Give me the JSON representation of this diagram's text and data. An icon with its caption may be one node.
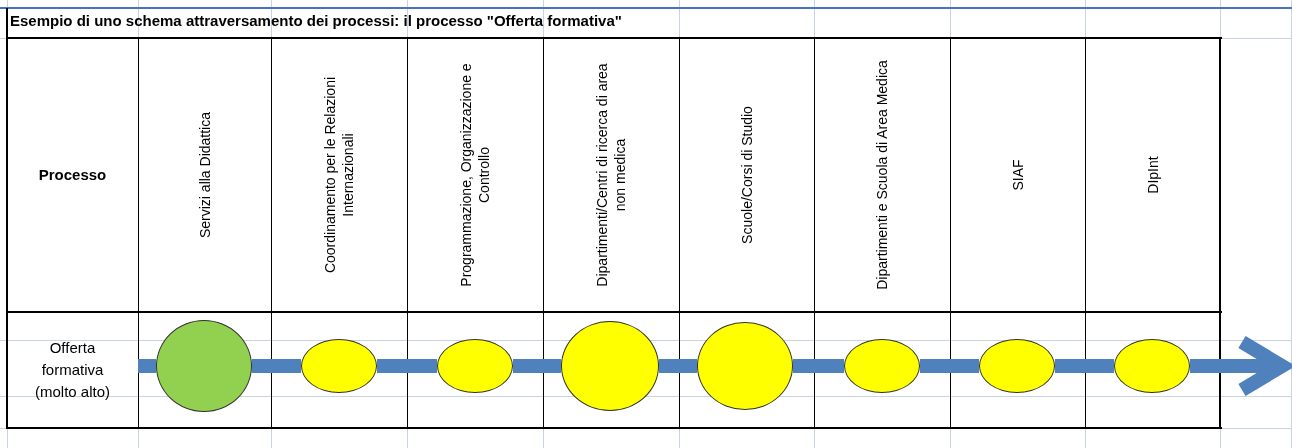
{
  "diagram": {
    "title": "Esempio di uno schema attraversamento dei processi: il processo \"Offerta formativa\"",
    "nodes": [
      {
        "text": [],
        "shape": "circle"
      },
      {
        "text": [],
        "shape": "circle"
      },
      {
        "text": [],
        "shape": "circle"
      },
      {
        "text": [],
        "shape": "circle"
      },
      {
        "text": [],
        "shape": "circle"
      },
      {
        "text": [],
        "shape": "circle"
      },
      {
        "text": [],
        "shape": "circle"
      },
      {
        "text": [],
        "shape": "circle"
      }
    ],
    "edges": [
      {
        "from": null,
        "to": 0,
        "arrow": "none"
      },
      {
        "from": 0,
        "to": 1,
        "arrow": "none"
      },
      {
        "from": 1,
        "to": 2,
        "arrow": "none"
      },
      {
        "from": 2,
        "to": 3,
        "arrow": "none"
      },
      {
        "from": 3,
        "to": 4,
        "arrow": "none"
      },
      {
        "from": 4,
        "to": 5,
        "arrow": "none"
      },
      {
        "from": 5,
        "to": 6,
        "arrow": "none"
      },
      {
        "from": 6,
        "to": 7,
        "arrow": "none"
      },
      {
        "from": 7,
        "to": null,
        "arrow": "to"
      }
    ],
    "labels": [
      "Processo",
      "Servizi alla Didattica",
      "Coordinamento per le Relazioni Internazionali",
      "Programmazione, Organizzazione e Controllo",
      "Dipartimenti/Centri di ricerca di area non medica",
      "Scuole/Corsi di Studio",
      "Dipartimenti e Scuola di Area Medica",
      "SIAF",
      "DIpInt",
      "Offerta formativa (molto alto)"
    ]
  }
}
